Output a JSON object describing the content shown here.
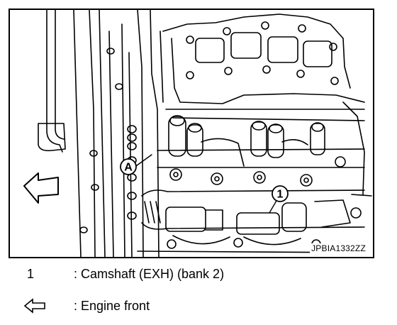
{
  "figure": {
    "id_label": "JPBIA1332ZZ",
    "callouts": [
      {
        "label": "A",
        "target": "camshaft-sensor-area"
      },
      {
        "label": "1",
        "target": "exhaust-camshaft"
      }
    ],
    "front_arrow_icon": "arrow-left-outline-icon"
  },
  "legend": [
    {
      "key": "1",
      "text": ": Camshaft (EXH) (bank 2)"
    },
    {
      "key_icon": "arrow-left-outline-icon",
      "text": ": Engine front"
    }
  ]
}
